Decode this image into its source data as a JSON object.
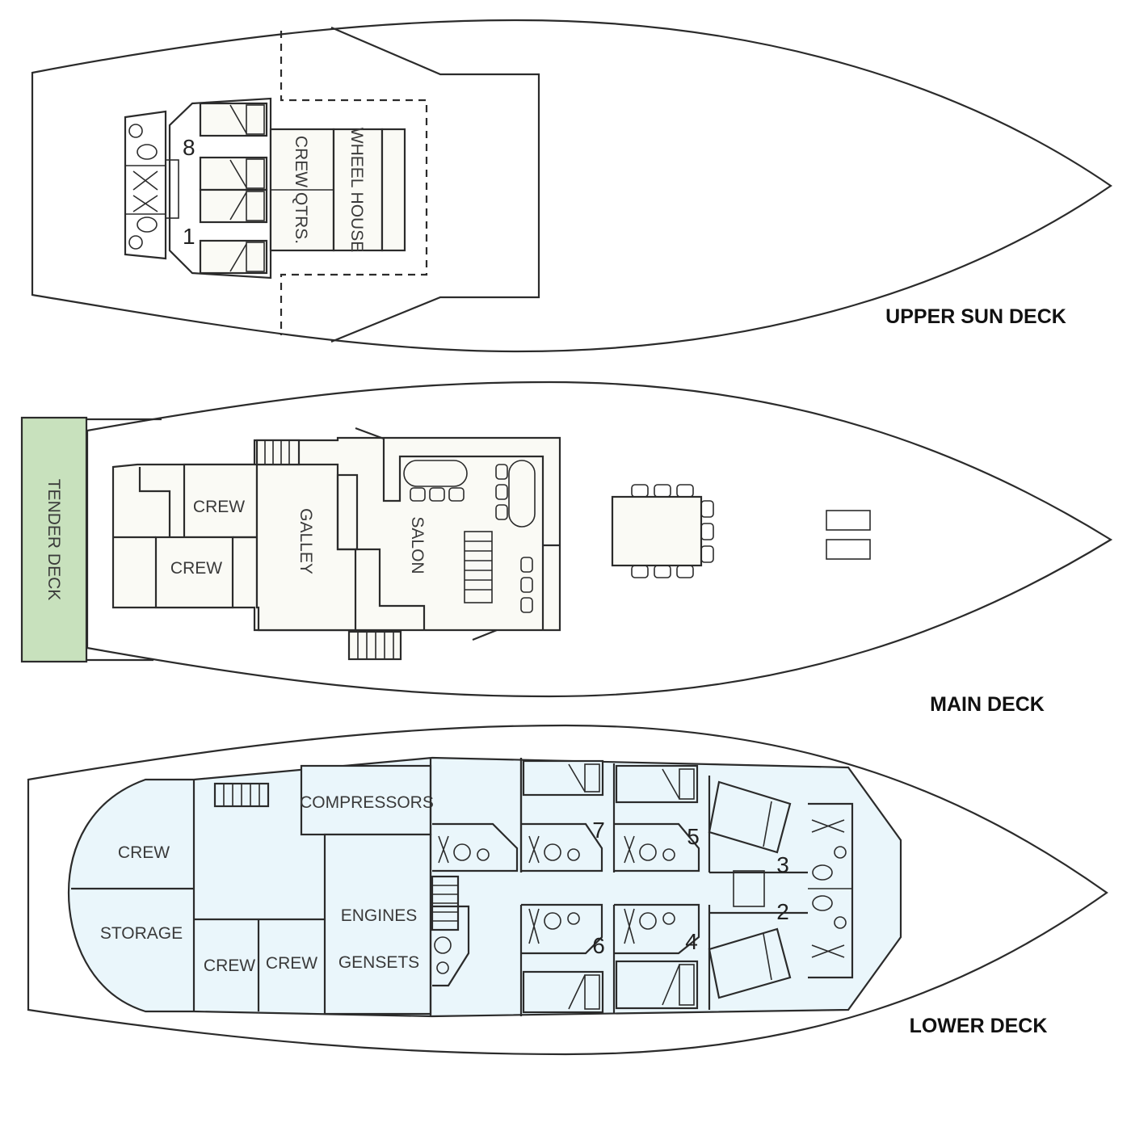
{
  "colors": {
    "upper_deck_fill": "#f8f4b0",
    "main_deck_fill": "#d8ebcd",
    "lower_deck_fill": "#cfe9f6",
    "lower_deck_inner": "#eaf6fb",
    "room_fill": "#fafaf5",
    "line": "#2b2b2b"
  },
  "upper_deck": {
    "title": "UPPER SUN DECK",
    "rooms": {
      "crew_qtrs": "CREW QTRS.",
      "wheel_house": "WHEEL HOUSE"
    },
    "cabins": [
      "8",
      "1"
    ]
  },
  "main_deck": {
    "title": "MAIN DECK",
    "tender": "TENDER DECK",
    "rooms": {
      "crew_1": "CREW",
      "crew_2": "CREW",
      "galley": "GALLEY",
      "salon": "SALON"
    }
  },
  "lower_deck": {
    "title": "LOWER DECK",
    "rooms": {
      "crew": "CREW",
      "storage": "STORAGE",
      "crew_2": "CREW",
      "crew_3": "CREW",
      "compressors": "COMPRESSORS",
      "engines": "ENGINES",
      "gensets": "GENSETS"
    },
    "cabins": [
      "7",
      "5",
      "3",
      "2",
      "6",
      "4"
    ]
  }
}
